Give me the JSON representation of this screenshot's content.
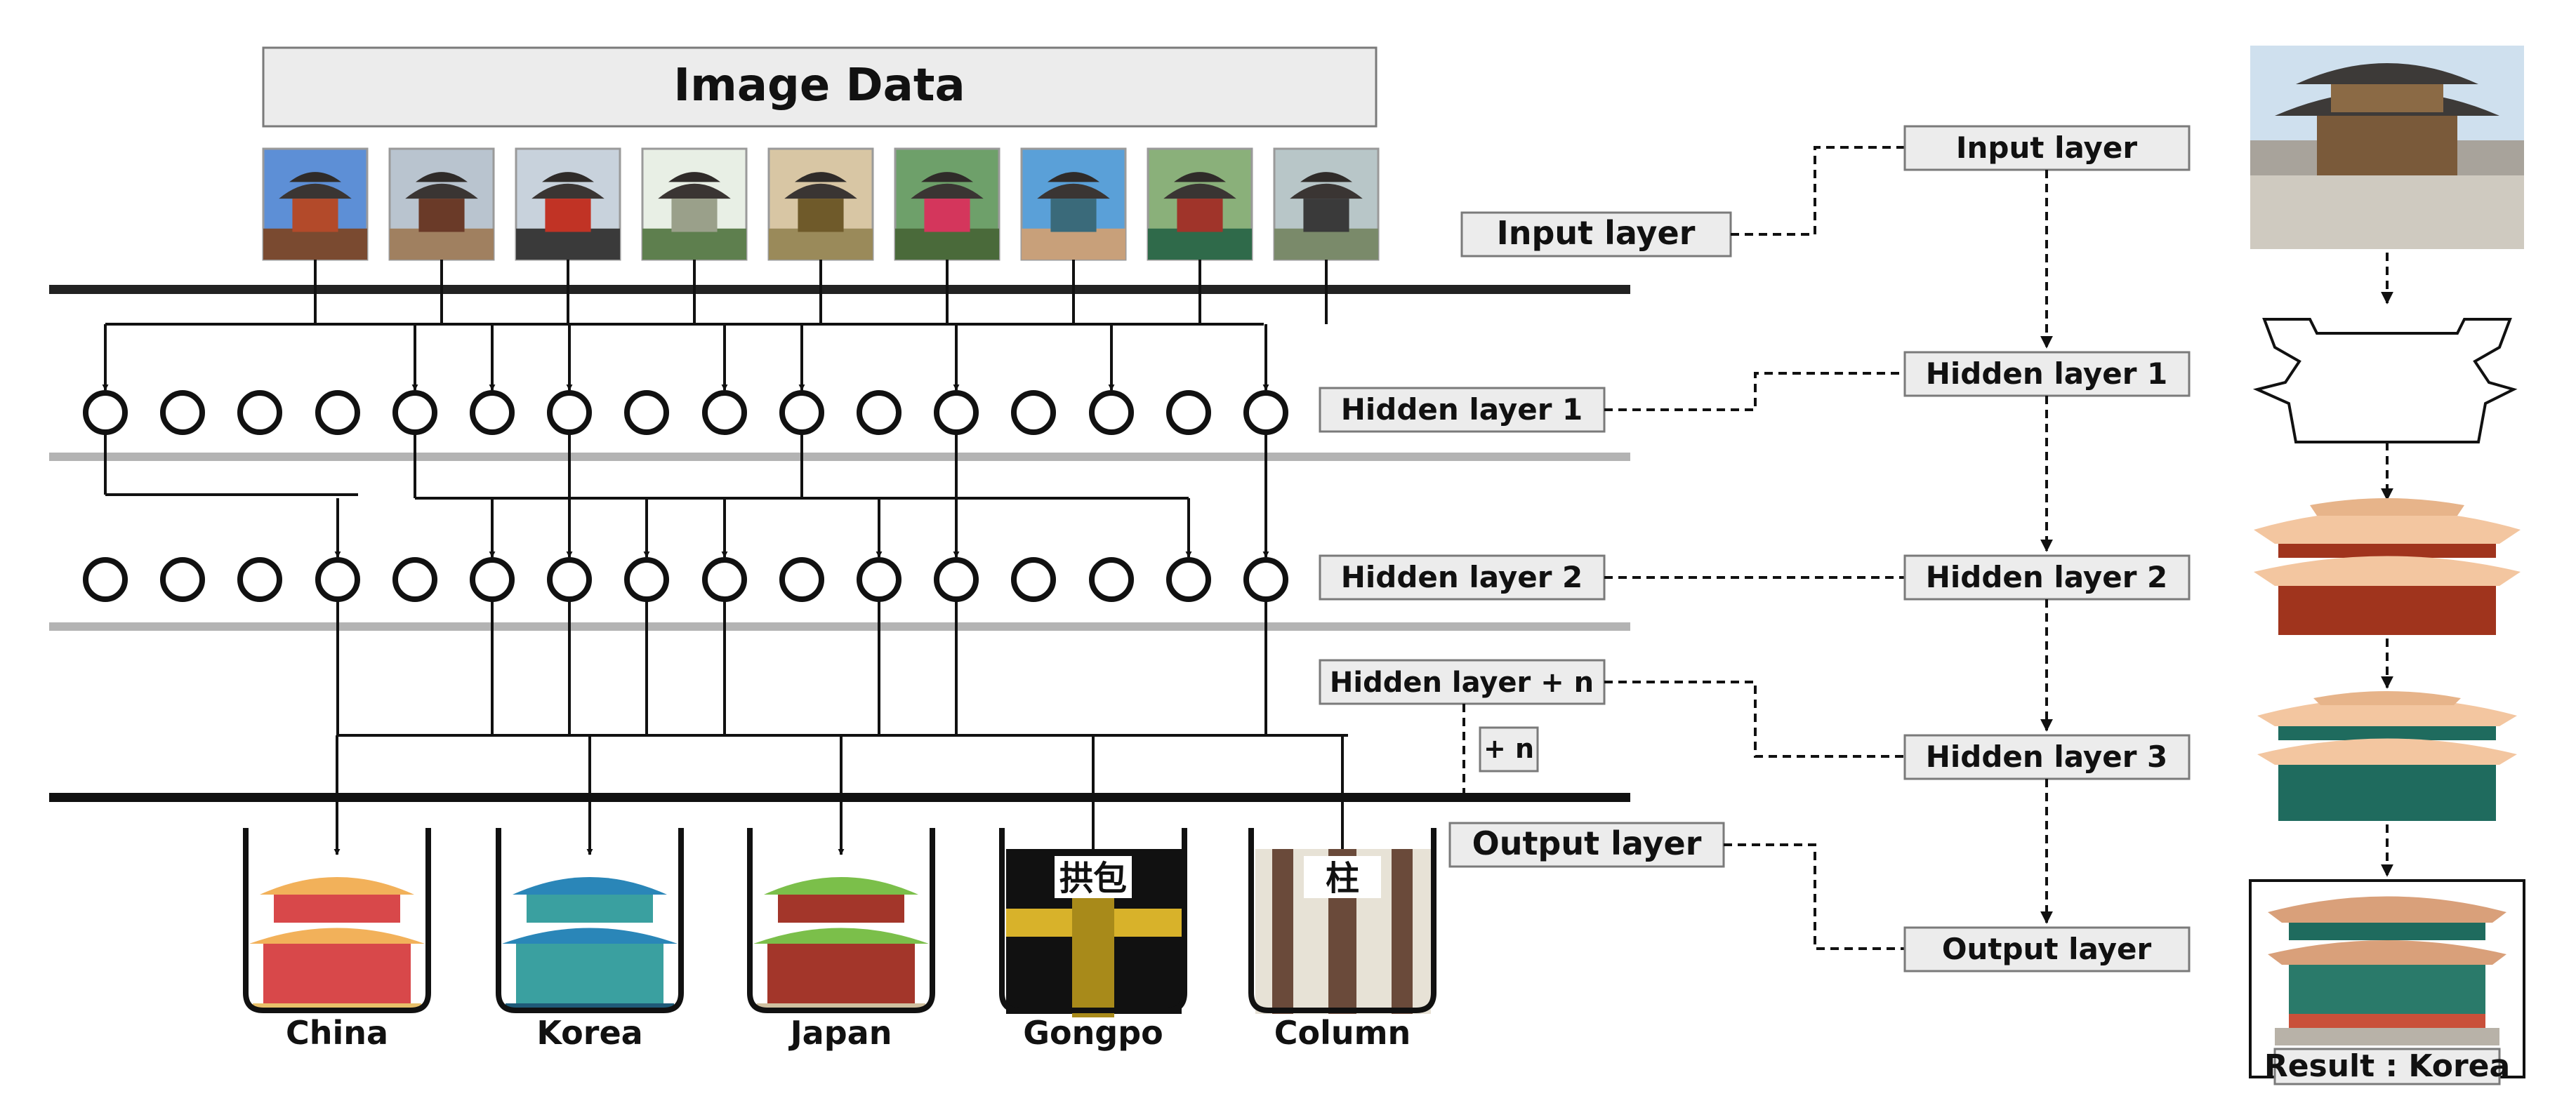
{
  "title": "Image Data",
  "left_labels": {
    "input": "Input layer",
    "hidden1": "Hidden layer 1",
    "hidden2": "Hidden layer 2",
    "hiddenN": "Hidden layer + n",
    "plus_n": "+ n",
    "output": "Output layer"
  },
  "outputs": [
    {
      "name": "China",
      "overlay": ""
    },
    {
      "name": "Korea",
      "overlay": ""
    },
    {
      "name": "Japan",
      "overlay": ""
    },
    {
      "name": "Gongpo",
      "overlay": "拱包"
    },
    {
      "name": "Column",
      "overlay": "柱"
    }
  ],
  "pipeline": {
    "input": "Input layer",
    "hidden1": "Hidden layer 1",
    "hidden2": "Hidden layer 2",
    "hidden3": "Hidden layer 3",
    "output": "Output layer"
  },
  "result": "Result : Korea",
  "colors": {
    "line": "#111111",
    "grey_bar": "#b3b3b3",
    "box_fill": "#ececec",
    "box_stroke": "#7a7a7a"
  }
}
